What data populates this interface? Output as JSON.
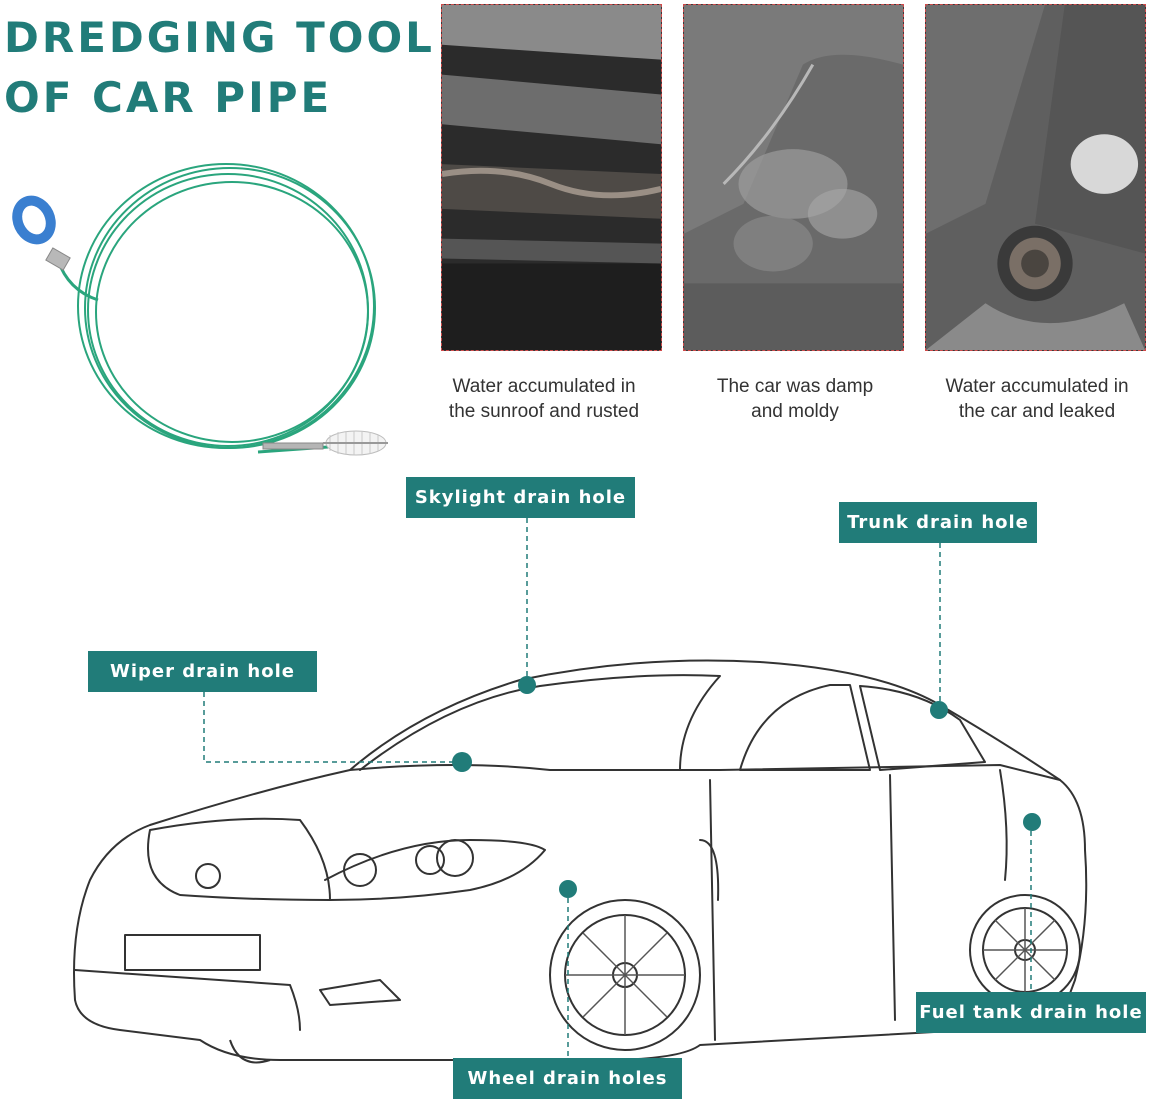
{
  "title": {
    "line1": "DREDGING TOOL",
    "line2": "OF CAR PIPE"
  },
  "photos": [
    {
      "caption_line1": "Water accumulated in",
      "caption_line2": "the sunroof and rusted"
    },
    {
      "caption_line1": "The car was damp",
      "caption_line2": "and moldy"
    },
    {
      "caption_line1": "Water accumulated in",
      "caption_line2": "the car and leaked"
    }
  ],
  "labels": {
    "skylight": "Skylight drain hole",
    "trunk": "Trunk drain hole",
    "wiper": "Wiper drain hole",
    "fuel": "Fuel tank drain hole",
    "wheel": "Wheel drain holes"
  },
  "colors": {
    "accent": "#217c79",
    "tool_wire": "#2aa57d",
    "tool_ring": "#3a7fd0",
    "photo_border": "#d04a4a"
  }
}
